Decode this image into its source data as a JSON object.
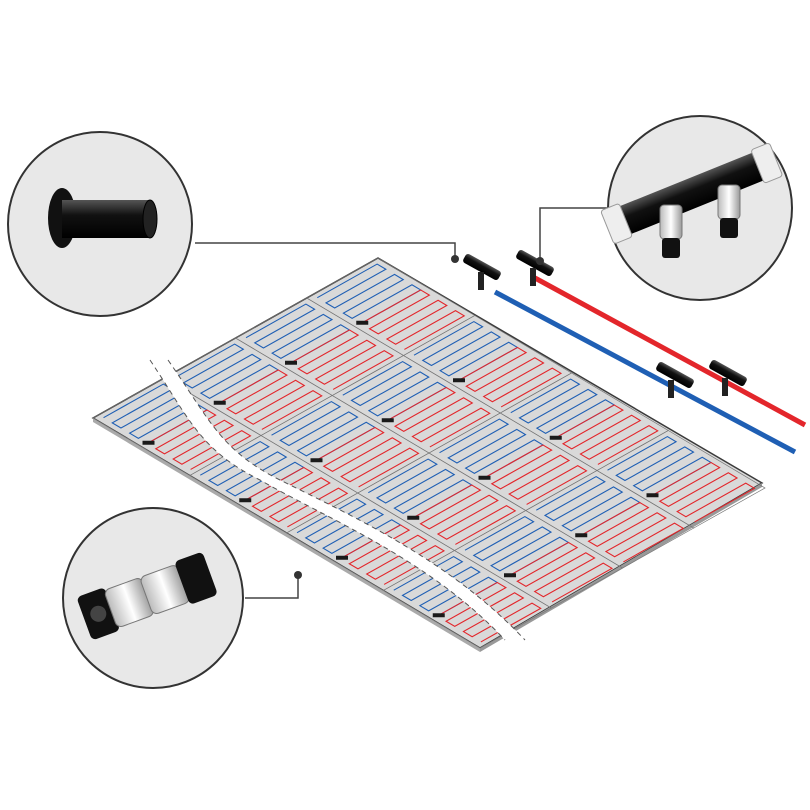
{
  "diagram": {
    "panel_grid": {
      "rows": 4,
      "cols": 4
    },
    "colors": {
      "floor": "#d9d9d9",
      "outline": "#3a3a3a",
      "supply": "#e3262b",
      "return": "#1f5fb4",
      "callout_bg": "#e8e8e8",
      "fitting": "#1a1a1a"
    },
    "callouts": [
      {
        "name": "end-cap-detail"
      },
      {
        "name": "manifold-detail"
      },
      {
        "name": "coupling-detail"
      }
    ]
  }
}
